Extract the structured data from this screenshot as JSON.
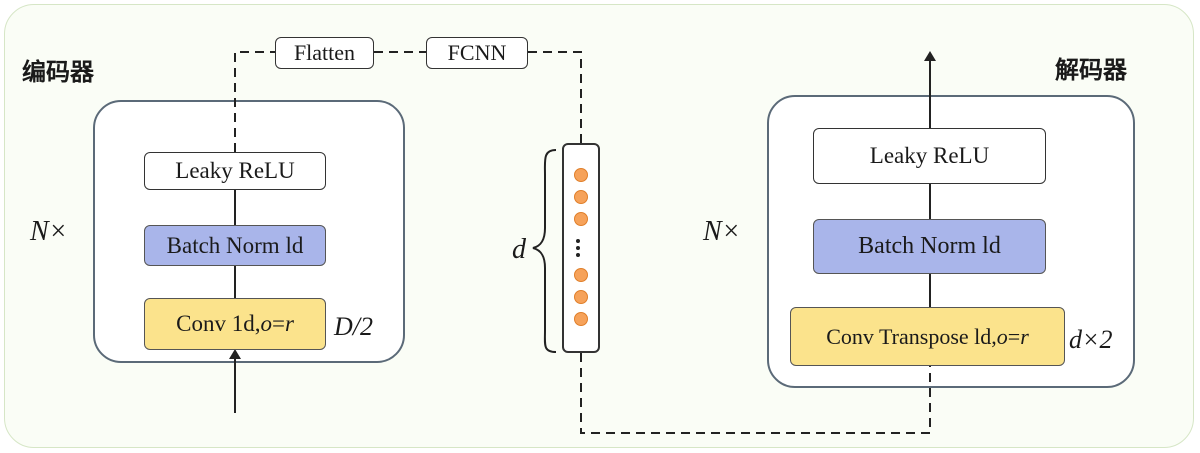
{
  "encoder": {
    "title": "编码器",
    "repeat": "N×",
    "leaky": "Leaky ReLU",
    "batchnorm": "Batch Norm ld",
    "conv_prefix": "Conv 1d,",
    "conv_o": "o",
    "conv_eq": "=",
    "conv_r": "r",
    "factor": "D/2"
  },
  "top_flow": {
    "flatten": "Flatten",
    "fcnn": "FCNN"
  },
  "latent": {
    "label": "d"
  },
  "decoder": {
    "title": "解码器",
    "repeat": "N×",
    "leaky": "Leaky ReLU",
    "batchnorm": "Batch Norm ld",
    "conv_prefix": "Conv Transpose ld,",
    "conv_o": "o",
    "conv_eq": "=",
    "conv_r": "r",
    "factor": "d×2"
  },
  "colors": {
    "blue_block": "#a9b5ea",
    "yellow_block": "#fbe38c",
    "dot": "#f6a25a",
    "frame_border": "#d6e6c6"
  }
}
